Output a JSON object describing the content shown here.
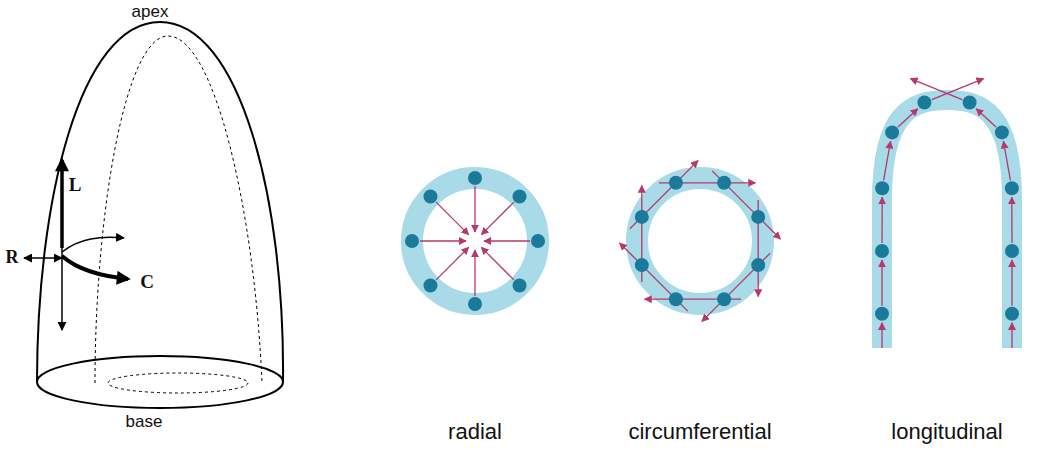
{
  "diagram": {
    "labels": [
      "apex",
      "L",
      "R",
      "C",
      "base",
      "radial",
      "circumferential",
      "longitudinal"
    ]
  }
}
